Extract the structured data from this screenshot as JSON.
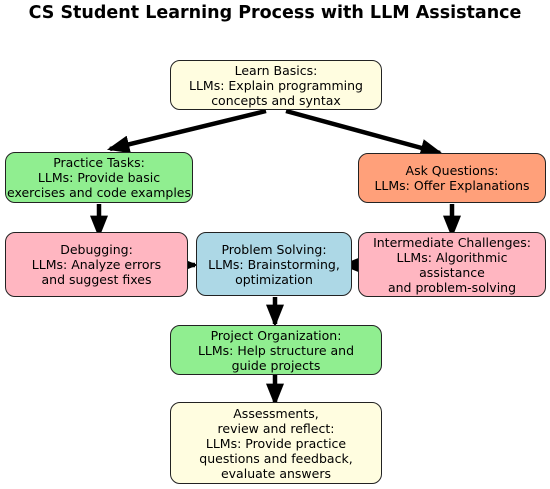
{
  "diagram": {
    "title": "CS Student Learning Process with LLM Assistance",
    "colors": {
      "yellow": "#fffde0",
      "green": "#90ee90",
      "orange": "#ffa07a",
      "pink": "#ffb6c1",
      "blue": "#add8e6",
      "arrow": "#000000"
    },
    "nodes": {
      "learn_basics": {
        "title": "Learn Basics:",
        "text": "LLMs: Explain programming\nconcepts and syntax"
      },
      "practice_tasks": {
        "title": "Practice Tasks:",
        "text": "LLMs: Provide basic\nexercises and code examples"
      },
      "ask_questions": {
        "title": "Ask Questions:",
        "text": "LLMs: Offer Explanations"
      },
      "debugging": {
        "title": "Debugging:",
        "text": "LLMs: Analyze errors\nand suggest fixes"
      },
      "problem_solving": {
        "title": "Problem Solving:",
        "text": "LLMs: Brainstorming,\noptimization"
      },
      "intermediate_challenges": {
        "title": "Intermediate Challenges:",
        "text": "LLMs: Algorithmic\nassistance\nand problem-solving"
      },
      "project_organization": {
        "title": "Project Organization:",
        "text": "LLMs: Help structure and\nguide projects"
      },
      "assessments": {
        "title": "Assessments,\nreview and reflect:",
        "text": "LLMs: Provide practice\nquestions and feedback,\nevaluate answers"
      }
    }
  }
}
